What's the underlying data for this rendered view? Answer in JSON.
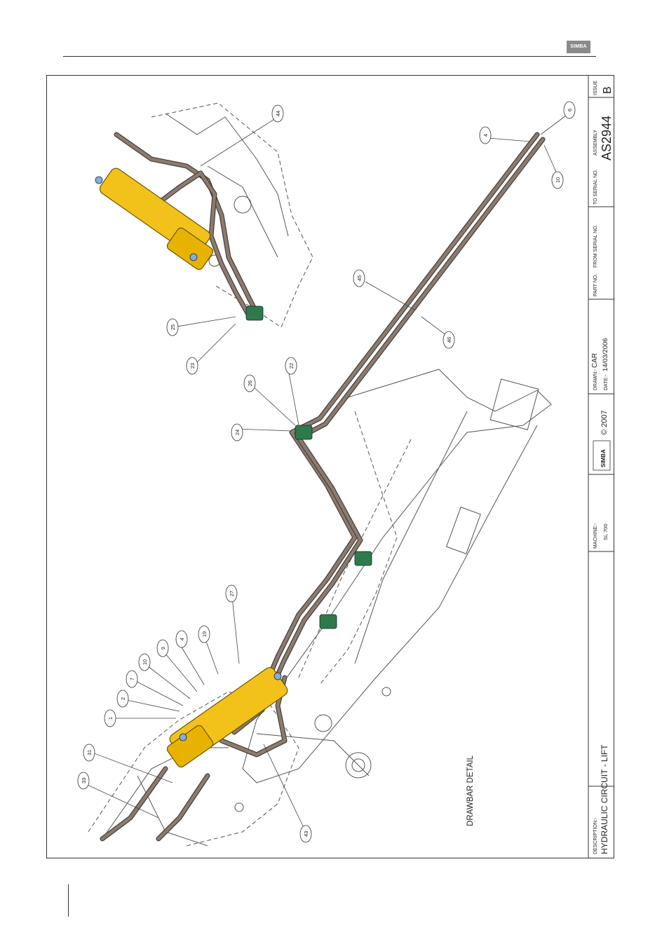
{
  "brand": {
    "logo_text": "SIMBA"
  },
  "drawing": {
    "detail_label": "DRAWBAR DETAIL",
    "callouts": [
      "44",
      "6",
      "4",
      "10",
      "45",
      "46",
      "25",
      "23",
      "26",
      "22",
      "24",
      "27",
      "19",
      "4",
      "9",
      "10",
      "7",
      "2",
      "1",
      "31",
      "33",
      "43"
    ]
  },
  "title_block": {
    "description_label": "DESCRIPTION:-",
    "description": "HYDRAULIC CIRCUIT - LIFT",
    "machine_label": "MACHINE:-",
    "machine": "SL 700",
    "logo_text": "SIMBA",
    "copyright": "© 2007",
    "drawn_label": "DRAWN:-",
    "drawn": "CAR",
    "date_label": "DATE:-",
    "date": "14/03/2006",
    "part_no_label": "PART NO.",
    "from_serial_label": "FROM SERIAL NO.",
    "to_serial_label": "TO SERIAL NO.",
    "assembly_label": "ASSEMBLY",
    "assembly": "AS2944",
    "issue_label": "ISSUE",
    "issue": "B"
  },
  "colors": {
    "hose": "#8c7b70",
    "hose_edge": "#4a3f38",
    "cylinder": "#f2c21b",
    "clamp": "#2f7a4a",
    "fitting": "#7fb0d8"
  }
}
